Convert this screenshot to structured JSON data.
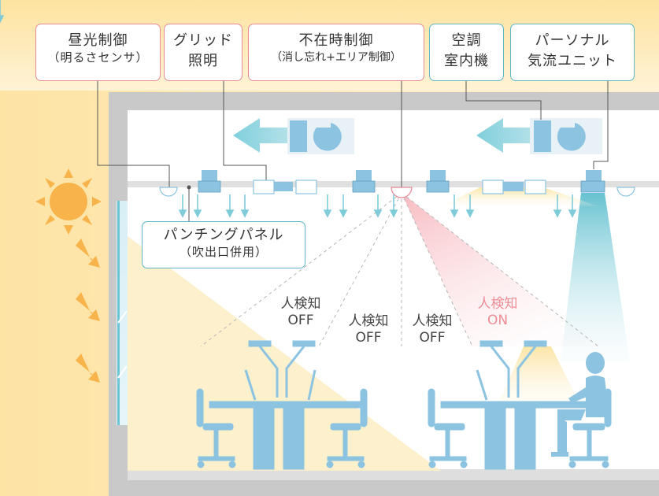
{
  "labels": {
    "daylight": {
      "line1": "昼光制御",
      "line2": "（明るさセンサ）"
    },
    "grid_lighting": {
      "line1": "グリッド",
      "line2": "照明"
    },
    "absence_control": {
      "line1": "不在時制御",
      "line2": "（消し忘れ+エリア制御）"
    },
    "indoor_unit": {
      "line1": "空調",
      "line2": "室内機"
    },
    "personal_airflow": {
      "line1": "パーソナル",
      "line2": "気流ユニット"
    },
    "punching_panel": {
      "line1": "パンチングパネル",
      "line2": "（吹出口併用）"
    }
  },
  "detections": [
    {
      "title": "人検知",
      "state": "OFF",
      "active": false
    },
    {
      "title": "人検知",
      "state": "OFF",
      "active": false
    },
    {
      "title": "人検知",
      "state": "OFF",
      "active": false
    },
    {
      "title": "人検知",
      "state": "ON",
      "active": true
    }
  ],
  "colors": {
    "label_border_pink": "#e88b96",
    "label_border_teal": "#5cb7c7",
    "furniture": "#8cc3e1",
    "airflow_arrow": "#7ecbda",
    "detected": "#ef8d96",
    "sunlight": "#fde9b8",
    "sun": "#f8b44a"
  }
}
